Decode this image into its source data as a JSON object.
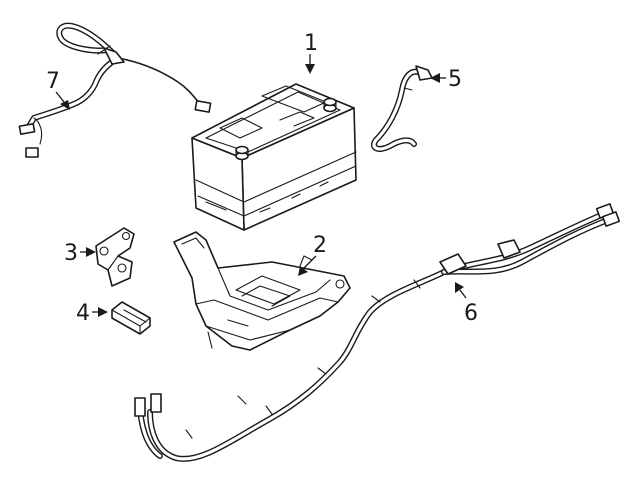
{
  "callouts": {
    "battery": "1",
    "tray": "2",
    "bracket": "3",
    "connector": "4",
    "positive_cable": "5",
    "main_harness": "6",
    "sensor_harness": "7"
  },
  "colors": {
    "line": "#1a1a1a",
    "background": "#ffffff"
  }
}
